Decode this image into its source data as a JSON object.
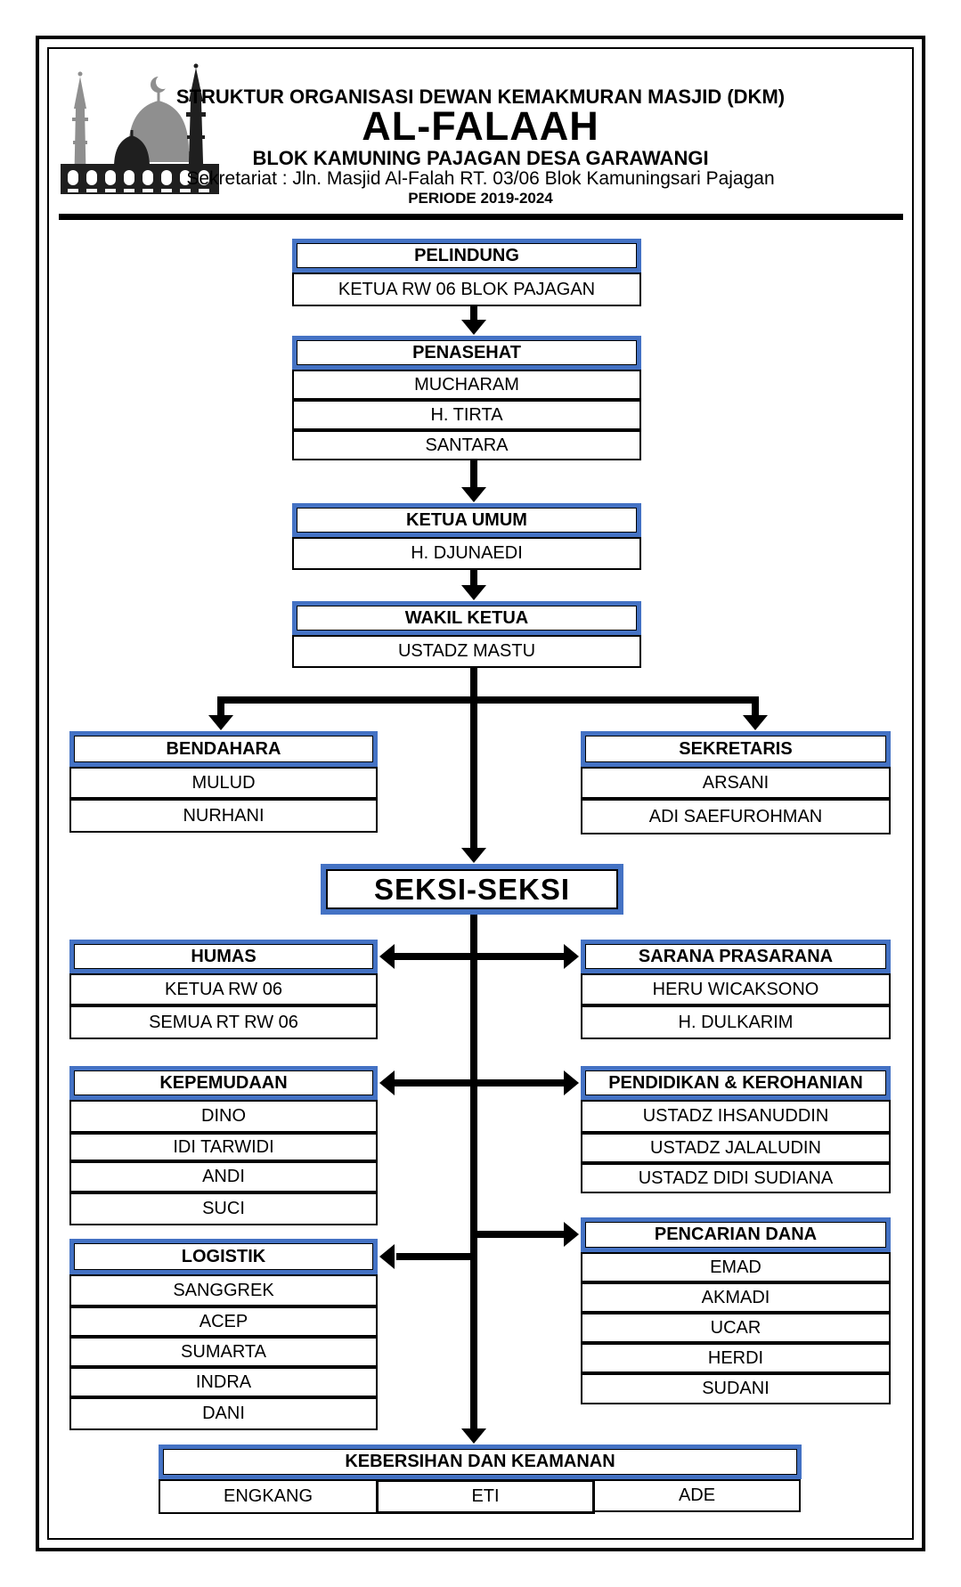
{
  "header": {
    "title_line1": "STRUKTUR ORGANISASI DEWAN KEMAKMURAN MASJID (DKM)",
    "title_main": "AL-FALAAH",
    "title_line3": "BLOK KAMUNING PAJAGAN DESA GARAWANGI",
    "address": "Sekretariat : Jln. Masjid Al-Falah RT. 03/06 Blok Kamuningsari Pajagan",
    "period": "PERIODE 2019-2024",
    "logo": "mosque-silhouette-icon"
  },
  "colors": {
    "accent_blue": "#4472C4",
    "line_black": "#000000",
    "logo_gray": "#8F8F8F",
    "logo_dark": "#1F1F1F"
  },
  "chart": {
    "pelindung": {
      "title": "PELINDUNG",
      "members": [
        "KETUA RW 06 BLOK PAJAGAN"
      ]
    },
    "penasehat": {
      "title": "PENASEHAT",
      "members": [
        "MUCHARAM",
        "H. TIRTA",
        "SANTARA"
      ]
    },
    "ketua_umum": {
      "title": "KETUA UMUM",
      "members": [
        "H. DJUNAEDI"
      ]
    },
    "wakil_ketua": {
      "title": "WAKIL KETUA",
      "members": [
        "USTADZ MASTU"
      ]
    },
    "bendahara": {
      "title": "BENDAHARA",
      "members": [
        "MULUD",
        "NURHANI"
      ]
    },
    "sekretaris": {
      "title": "SEKRETARIS",
      "members": [
        "ARSANI",
        "ADI SAEFUROHMAN"
      ]
    },
    "seksi_seksi": {
      "title": "SEKSI-SEKSI"
    },
    "humas": {
      "title": "HUMAS",
      "members": [
        "KETUA RW 06",
        "SEMUA RT RW 06"
      ]
    },
    "sarana_prasarana": {
      "title": "SARANA PRASARANA",
      "members": [
        "HERU WICAKSONO",
        "H. DULKARIM"
      ]
    },
    "kepemudaan": {
      "title": "KEPEMUDAAN",
      "members": [
        "DINO",
        "IDI TARWIDI",
        "ANDI",
        "SUCI"
      ]
    },
    "pendidikan_kerohanian": {
      "title": "PENDIDIKAN & KEROHANIAN",
      "members": [
        "USTADZ IHSANUDDIN",
        "USTADZ JALALUDIN",
        "USTADZ DIDI SUDIANA"
      ]
    },
    "logistik": {
      "title": "LOGISTIK",
      "members": [
        "SANGGREK",
        "ACEP",
        "SUMARTA",
        "INDRA",
        "DANI"
      ]
    },
    "pencarian_dana": {
      "title": "PENCARIAN DANA",
      "members": [
        "EMAD",
        "AKMADI",
        "UCAR",
        "HERDI",
        "SUDANI"
      ]
    },
    "kebersihan_keamanan": {
      "title": "KEBERSIHAN DAN KEAMANAN",
      "members": [
        "ENGKANG",
        "ETI",
        "ADE"
      ]
    }
  }
}
